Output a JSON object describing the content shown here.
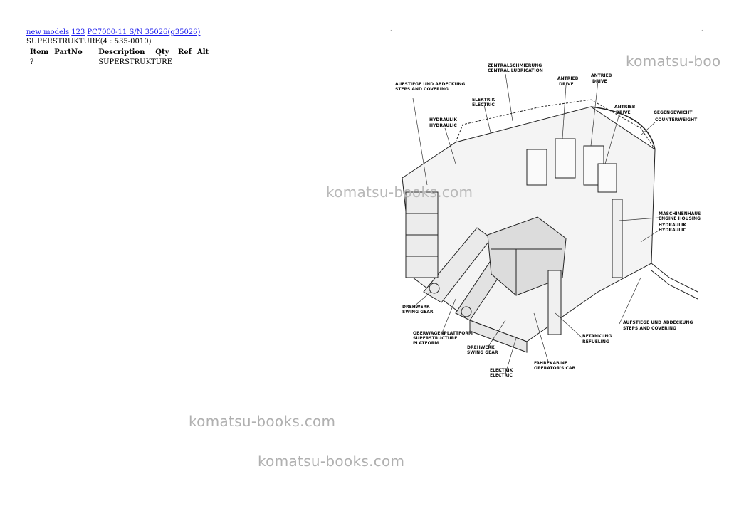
{
  "breadcrumb": {
    "link1": "new models",
    "link2": "123",
    "link3": "PC7000-11 S/N 35026(g35026)"
  },
  "subtitle": "SUPERSTRUKTURE(4 : 535-0010)",
  "table": {
    "headers": {
      "item": "Item",
      "partno": "PartNo",
      "description": "Description",
      "qty": "Qty",
      "ref": "Ref",
      "alt": "Alt"
    },
    "rows": [
      {
        "item": "?",
        "partno": "",
        "description": "SUPERSTRUKTURE",
        "qty": "",
        "ref": "",
        "alt": ""
      }
    ]
  },
  "watermarks": {
    "top_right": "komatsu-boo",
    "middle": "komatsu-books.com",
    "bottom1": "komatsu-books.com",
    "bottom2": "komatsu-books.com"
  },
  "diagram_labels": {
    "zentral1": "ZENTRALSCHMIERUNG",
    "zentral2": "CENTRAL LUBRICATION",
    "antrieb_a1": "ANTRIEB",
    "antrieb_a2": "DRIVE",
    "antrieb_b1": "ANTRIEB",
    "antrieb_b2": "DRIVE",
    "antrieb_c1": "ANTRIEB",
    "antrieb_c2": "DRIVE",
    "gegen1": "GEGENGEWICHT",
    "gegen2": "COUNTERWEIGHT",
    "aufstiege_top1": "AUFSTIEGE UND ABDECKUNG",
    "aufstiege_top2": "STEPS AND COVERING",
    "elektrik_top1": "ELEKTRIK",
    "elektrik_top2": "ELECTRIC",
    "hydraulik_top1": "HYDRAULIK",
    "hydraulik_top2": "HYDRAULIC",
    "maschinen1": "MASCHINENHAUS",
    "maschinen2": "ENGINE HOUSING",
    "hydraulik_r1": "HYDRAULIK",
    "hydraulik_r2": "HYDRAULIC",
    "dreh_l1": "DREHWERK",
    "dreh_l2": "SWING GEAR",
    "ober1": "OBERWAGENPLATTFORM",
    "ober2": "SUPERSTRUCTURE",
    "ober3": "PLATFORM",
    "aufstiege_bot1": "AUFSTIEGE UND ABDECKUNG",
    "aufstiege_bot2": "STEPS AND COVERING",
    "betank1": "BETANKUNG",
    "betank2": "REFUELING",
    "dreh_b1": "DREHWERK",
    "dreh_b2": "SWING GEAR",
    "fahr1": "FAHREKABINE",
    "fahr2": "OPERATOR'S CAB",
    "elektrik_bot1": "ELEKTRIK",
    "elektrik_bot2": "ELECTRIC"
  }
}
